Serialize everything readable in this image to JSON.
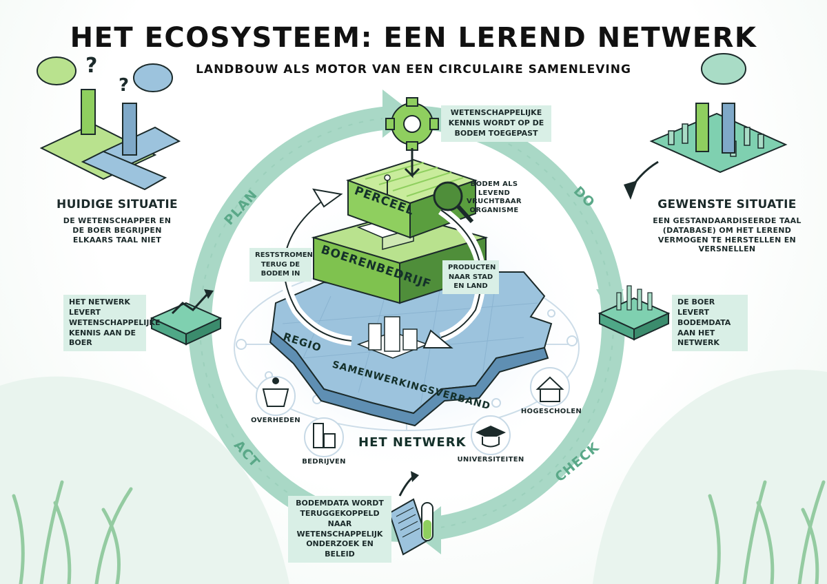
{
  "title": "HET ECOSYSTEEM: EEN LEREND NETWERK",
  "subtitle": "LANDBOUW ALS MOTOR VAN EEN CIRCULAIRE SAMENLEVING",
  "cycle": {
    "plan": "PLAN",
    "do": "DO",
    "check": "CHECK",
    "act": "ACT"
  },
  "current_situation": {
    "heading": "HUIDIGE SITUATIE",
    "text": "DE WETENSCHAPPER EN DE BOER BEGRIJPEN ELKAARS TAAL NIET"
  },
  "desired_situation": {
    "heading": "GEWENSTE SITUATIE",
    "text": "EEN GESTANDAARDISEERDE TAAL (DATABASE) OM HET LEREND VERMOGEN TE HERSTELLEN EN VERSNELLEN"
  },
  "labels": {
    "science_applied": "WETENSCHAPPELIJKE KENNIS WORDT OP DE BODEM TOEGEPAST",
    "soil_organism": "BODEM ALS LEVEND VRUCHTBAAR ORGANISME",
    "residual_flows": "RESTSTROMEN TERUG DE BODEM IN",
    "products": "PRODUCTEN NAAR STAD EN LAND",
    "network_delivers": "HET NETWERK LEVERT WETENSCHAPPELIJKE KENNIS AAN DE BOER",
    "farmer_delivers": "DE BOER LEVERT BODEMDATA AAN HET NETWERK",
    "feedback": "BODEMDATA WORDT TERUGGEKOPPELD NAAR WETENSCHAPPELIJK ONDERZOEK EN BELEID"
  },
  "layers": {
    "perceel": "PERCEEL",
    "boerenbedrijf": "BOERENBEDRIJF",
    "regio": "REGIO",
    "samenwerkingsverband": "SAMENWERKINGSVERBAND",
    "het_netwerk": "HET NETWERK"
  },
  "network_nodes": {
    "overheden": "OVERHEDEN",
    "bedrijven": "BEDRIJVEN",
    "universiteiten": "UNIVERSITEITEN",
    "hogescholen": "HOGESCHOLEN"
  },
  "colors": {
    "ring": "#a9d8c6",
    "ring_edge": "#8fc7b1",
    "green_light": "#b9e28e",
    "green_mid": "#7fc24f",
    "green_dark": "#4f8e3a",
    "blue_land": "#9cc3dd",
    "blue_dark": "#5f8fb3",
    "label_bg": "#d9efe6",
    "ink": "#1b2a2a"
  }
}
